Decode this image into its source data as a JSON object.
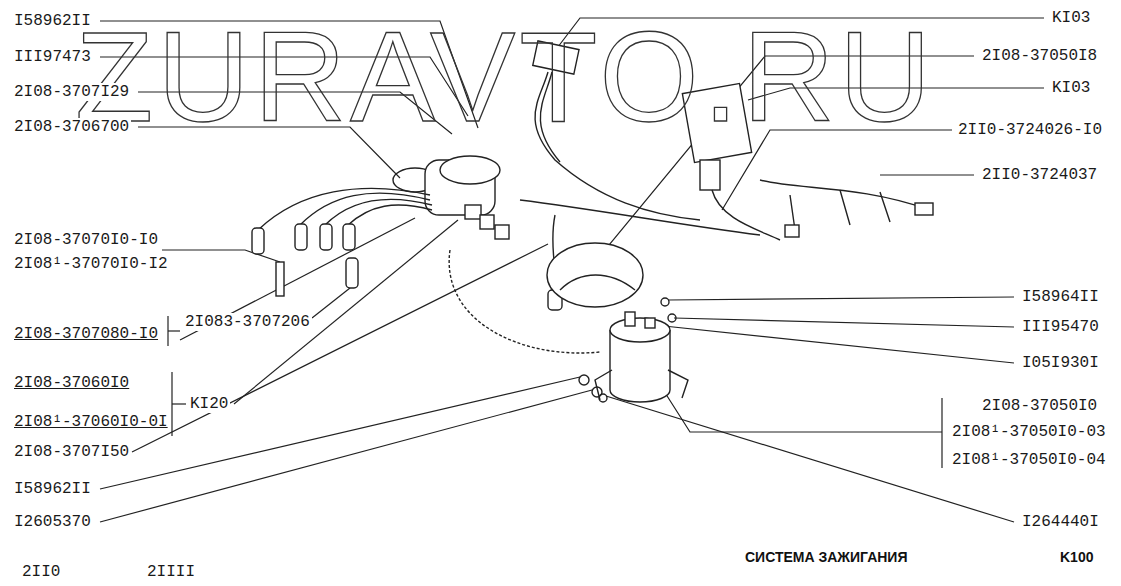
{
  "diagram": {
    "title": "СИСТЕМА ЗАЖИГАНИЯ",
    "labels": [
      "ZURAVTO.RU",
      "I58962II",
      "III97473",
      "2I08-3707I29",
      "2I08-3706700",
      "2I08-37070I0-I0",
      "2I08¹-37070I0-I2",
      "2I083-3707206",
      "2I08-3707080-I0",
      "2I08-37060I0",
      "2I08¹-37060I0-0I",
      "KI20",
      "2I08-3707I50",
      "I58962II",
      "I2605370",
      "KI03",
      "2I08-37050I8",
      "KI03",
      "2II0-3724026-I0",
      "2II0-3724037",
      "I58964II",
      "III95470",
      "I05I930I",
      "2I08-37050I0",
      "2I08¹-37050I0-03",
      "2I08¹-37050I0-04",
      "I264440I",
      "2II0",
      "2IIII",
      "K100"
    ]
  }
}
